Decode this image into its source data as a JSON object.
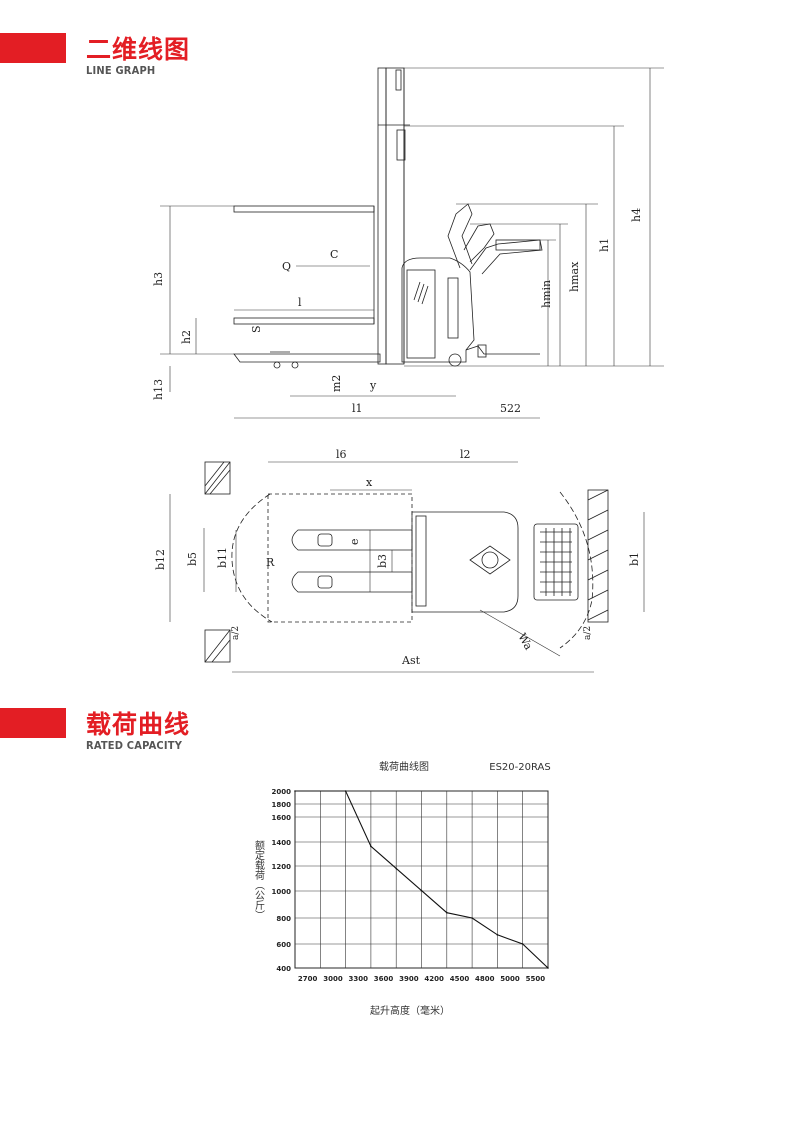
{
  "section1": {
    "title_cn": "二维线图",
    "title_en": "LINE GRAPH"
  },
  "section2": {
    "title_cn": "载荷曲线",
    "title_en": "RATED CAPACITY"
  },
  "drawing": {
    "labels": {
      "h4": "h4",
      "h1": "h1",
      "hmax": "hmax",
      "hmin": "hmin",
      "h3": "h3",
      "h2": "h2",
      "h13": "h13",
      "Q": "Q",
      "C": "C",
      "l": "l",
      "s": "S",
      "m2": "m2",
      "y": "y",
      "l1": "l1",
      "dim522": "522",
      "l6": "l6",
      "l2": "l2",
      "x": "x",
      "b12": "b12",
      "b5": "b5",
      "b11": "b11",
      "e": "e",
      "b3": "b3",
      "R": "R",
      "b1": "b1",
      "wa": "Wa",
      "a2_left": "a/2",
      "a2_right": "a/2",
      "ast": "Ast"
    }
  },
  "chart_data": {
    "type": "line",
    "title": "载荷曲线图",
    "model": "ES20-20RAS",
    "xlabel": "起升高度（毫米）",
    "ylabel": "额定载荷（公斤）",
    "x_ticks": [
      2700,
      3000,
      3300,
      3600,
      3900,
      4200,
      4500,
      4800,
      5000,
      5500
    ],
    "y_ticks": [
      400,
      600,
      800,
      1000,
      1200,
      1400,
      1600,
      1800,
      2000
    ],
    "series": [
      {
        "x": [
          2700,
          3000,
          3300,
          3600,
          3900,
          4200,
          4500,
          4800,
          5000,
          5500
        ],
        "y": [
          2000,
          2000,
          1500,
          1300,
          1100,
          900,
          800,
          700,
          600,
          400
        ]
      }
    ],
    "grid": true
  }
}
